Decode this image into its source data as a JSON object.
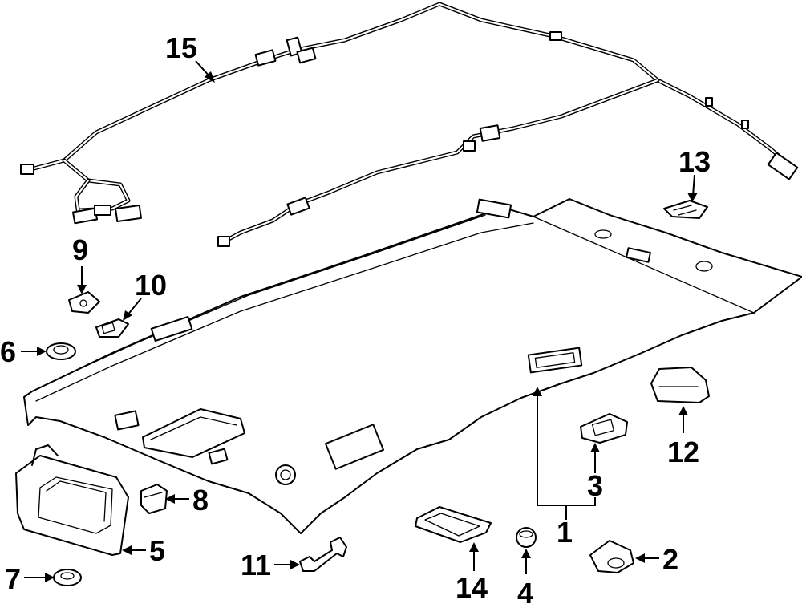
{
  "callouts": [
    {
      "id": "c1",
      "number": "1"
    },
    {
      "id": "c2",
      "number": "2"
    },
    {
      "id": "c3",
      "number": "3"
    },
    {
      "id": "c4",
      "number": "4"
    },
    {
      "id": "c5",
      "number": "5"
    },
    {
      "id": "c6",
      "number": "6"
    },
    {
      "id": "c7",
      "number": "7"
    },
    {
      "id": "c8",
      "number": "8"
    },
    {
      "id": "c9",
      "number": "9"
    },
    {
      "id": "c10",
      "number": "10"
    },
    {
      "id": "c11",
      "number": "11"
    },
    {
      "id": "c12",
      "number": "12"
    },
    {
      "id": "c13",
      "number": "13"
    },
    {
      "id": "c14",
      "number": "14"
    },
    {
      "id": "c15",
      "number": "15"
    }
  ]
}
